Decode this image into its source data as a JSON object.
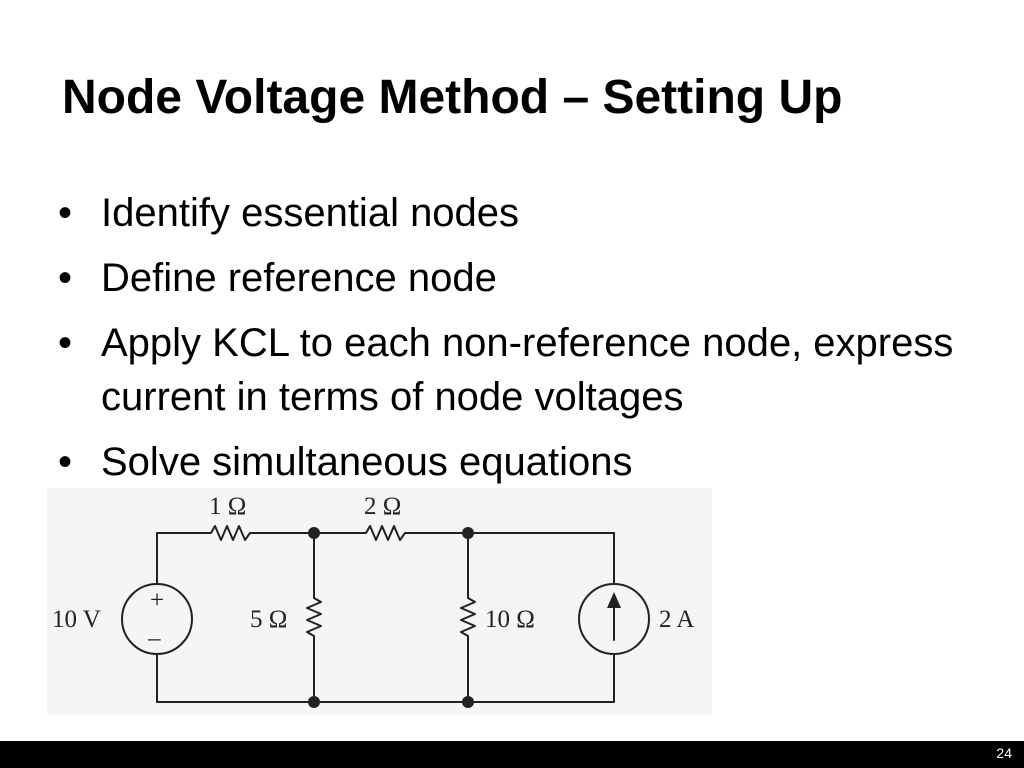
{
  "slide": {
    "title": "Node Voltage Method – Setting Up",
    "bullet_symbol": "•",
    "bullets": [
      "Identify essential nodes",
      "Define reference node",
      "Apply KCL to each non-reference node, express current in terms of node voltages",
      "Solve simultaneous equations"
    ]
  },
  "circuit": {
    "labels": {
      "r1": "1 Ω",
      "r2": "2 Ω",
      "r3": "5 Ω",
      "r4": "10 Ω",
      "voltage_source": "10 V",
      "current_source": "2 A",
      "plus": "+",
      "minus": "–"
    }
  },
  "footer": {
    "page_number": "24"
  },
  "colors": {
    "background": "#ffffff",
    "text": "#000000",
    "footer_bar": "#000000",
    "footer_text": "#ffffff",
    "circuit_background": "#f5f5f5",
    "circuit_lines": "#222222"
  }
}
